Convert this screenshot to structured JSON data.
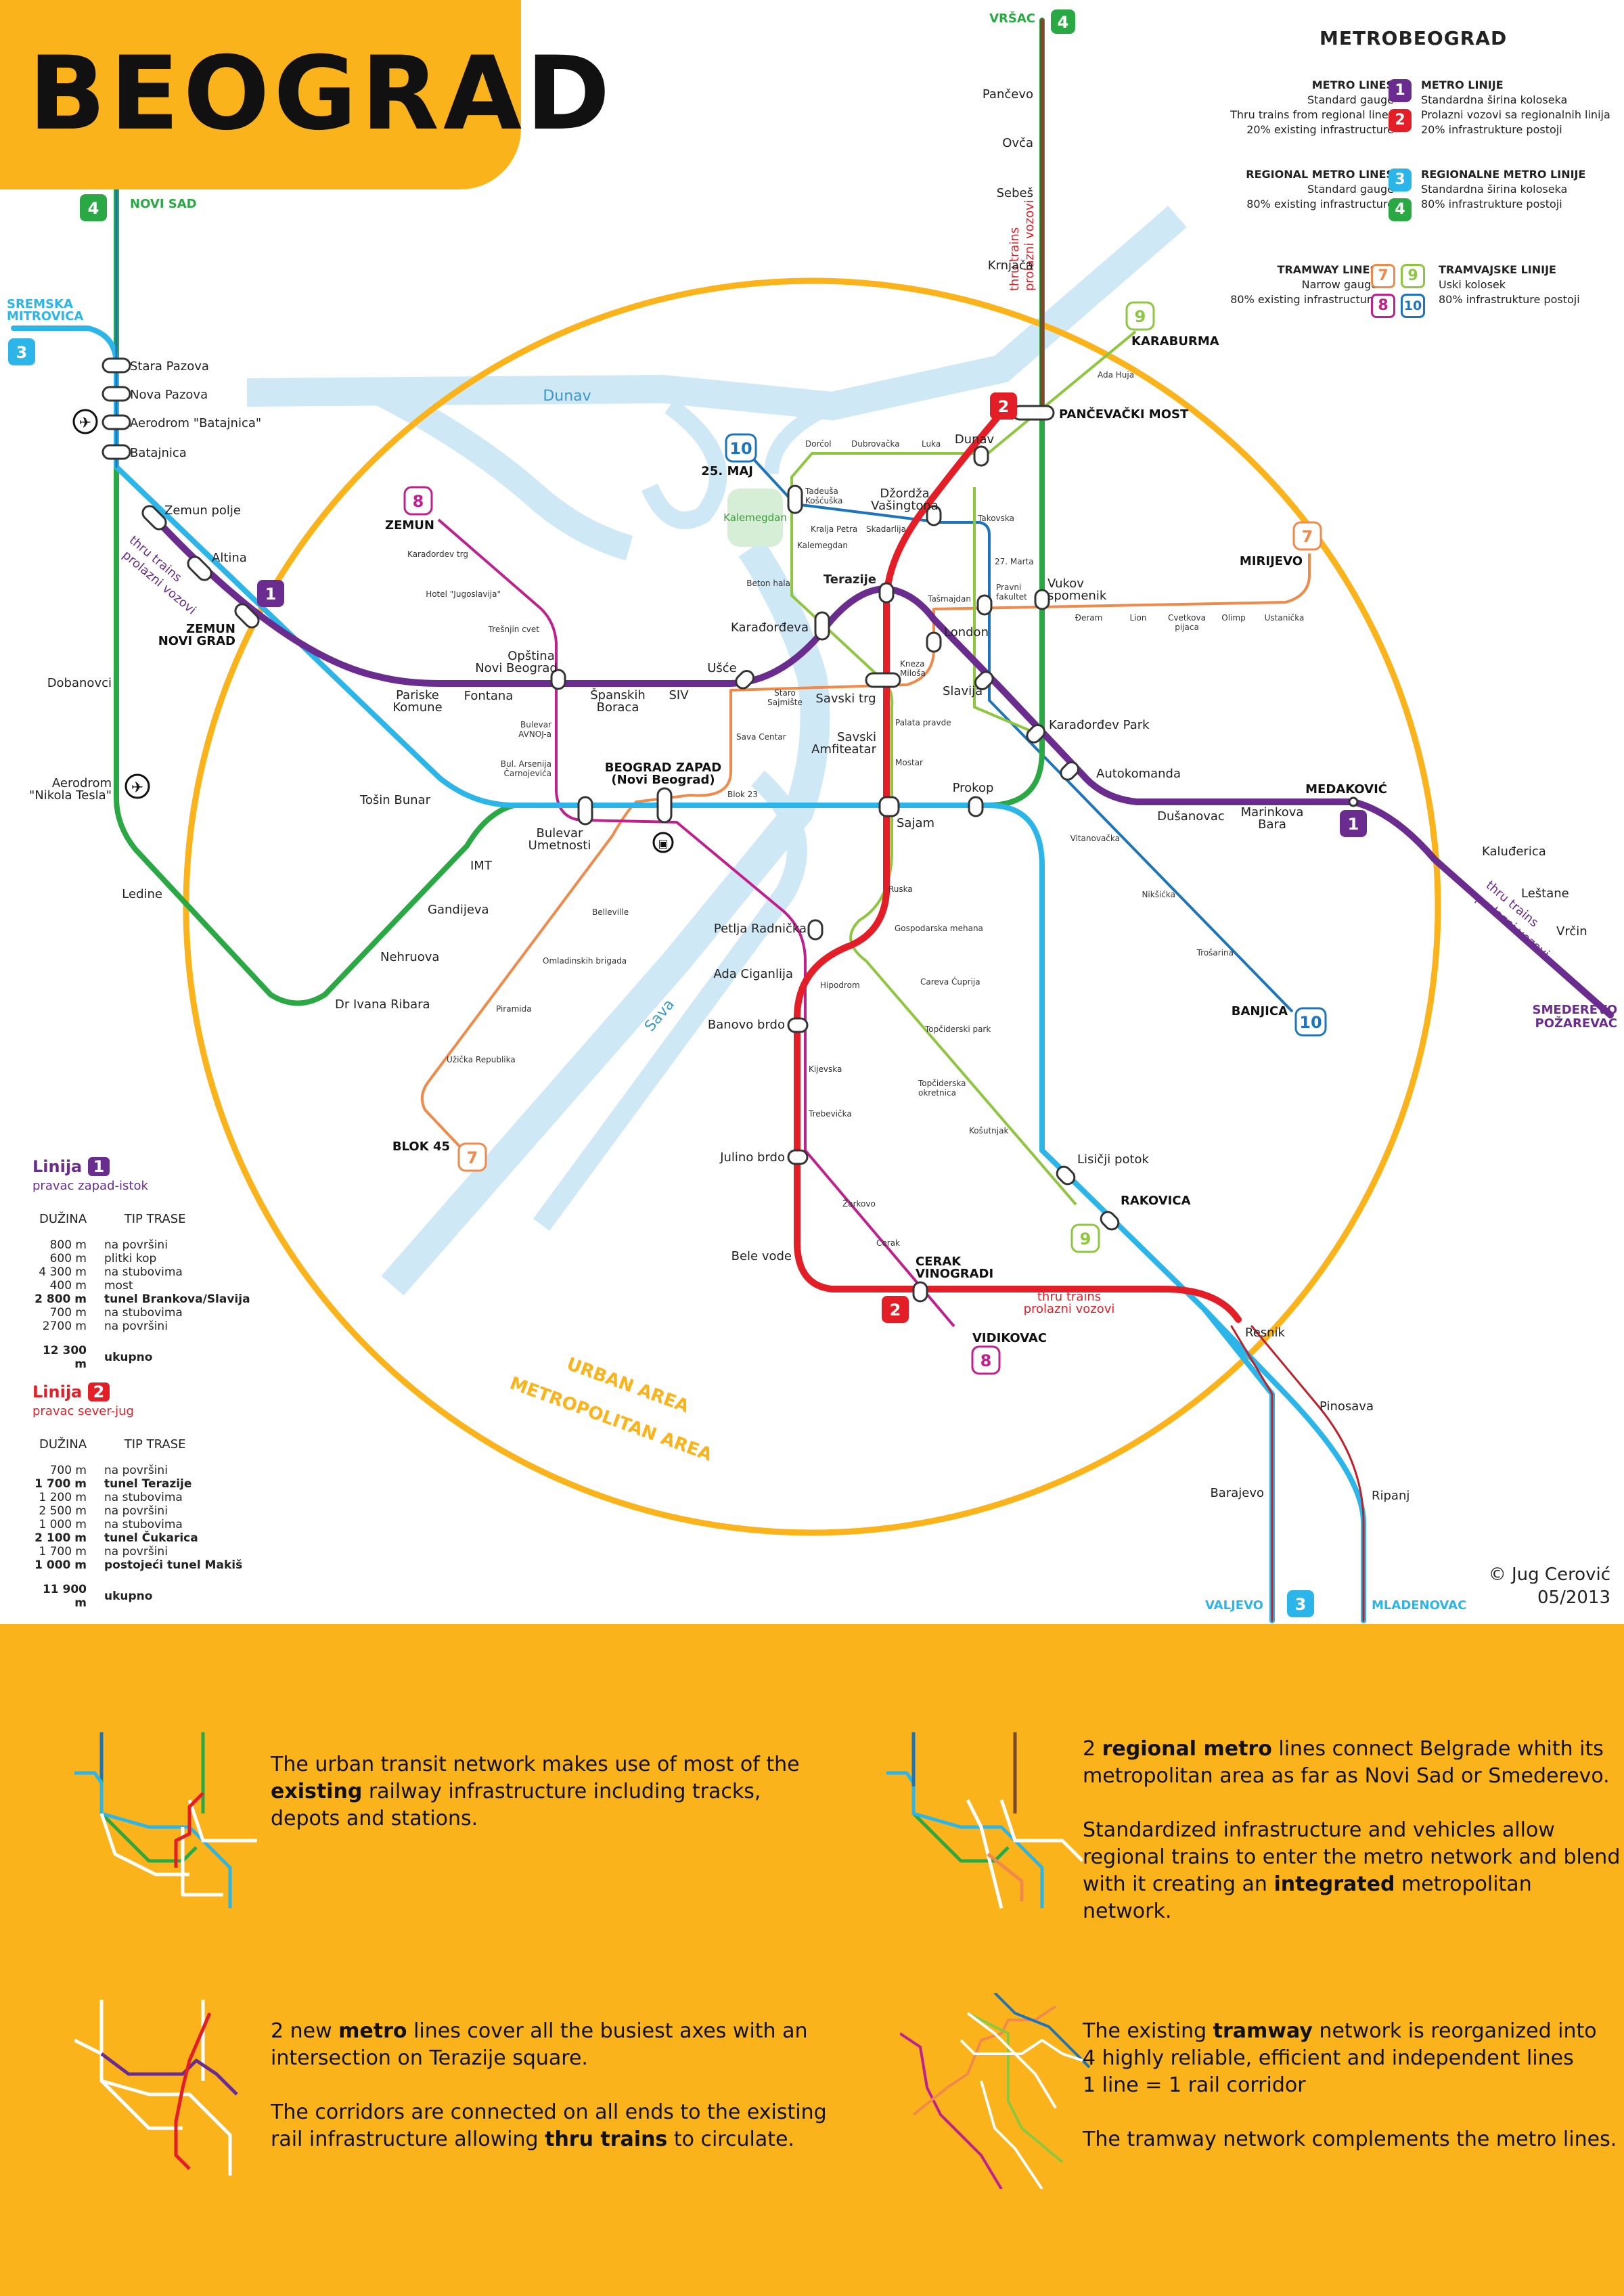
{
  "title": "BEOGRAD",
  "legend": {
    "title": "METROBEOGRAD",
    "metro": {
      "head_en": "METRO LINES",
      "line1_en": "Standard gauge",
      "line2_en": "Thru trains from regional lines",
      "line3_en": "20% existing infrastructure",
      "head_sr": "METRO LINIJE",
      "line1_sr": "Standardna širina koloseka",
      "line2_sr": "Prolazni vozovi sa regionalnih linija",
      "line3_sr": "20% infrastrukture postoji"
    },
    "regional": {
      "head_en": "REGIONAL METRO LINES",
      "line1_en": "Standard gauge",
      "line2_en": "80% existing infrastructure",
      "head_sr": "REGIONALNE METRO LINIJE",
      "line1_sr": "Standardna širina koloseka",
      "line2_sr": "80% infrastrukture postoji"
    },
    "tram": {
      "head_en": "TRAMWAY LINES",
      "line1_en": "Narrow gauge",
      "line2_en": "80% existing infrastructure",
      "head_sr": "TRAMVAJSKE LINIJE",
      "line1_sr": "Uski kolosek",
      "line2_sr": "80% infrastrukture postoji"
    }
  },
  "colors": {
    "banner": "#fbb31b",
    "line1": "#6a2c8e",
    "line2": "#e31e26",
    "line3": "#2bb5e8",
    "line4": "#2aa844",
    "line7": "#f08a4b",
    "line8": "#c0208e",
    "line9": "#8ec63f",
    "line10": "#1c75bc",
    "river": "#cfe8f6",
    "circle": "#fbb31b"
  },
  "map": {
    "rivers": {
      "danube": "Dunav",
      "sava": "Sava",
      "park": "Kalemegdan"
    },
    "area": {
      "urban": "URBAN AREA",
      "metro": "METROPOLITAN AREA"
    },
    "thru": {
      "t1a": "thru trains",
      "t1b": "prolazni vozovi",
      "t2a": "thru trains",
      "t2b": "prolazni vozovi",
      "t3a": "thru trains",
      "t3b": "prolazni vozovi",
      "t4a": "thru trains",
      "t4b": "prolazni vozovi"
    },
    "terminals": {
      "vrsac": "VRŠAC",
      "novisad": "NOVI SAD",
      "sremska1": "SREMSKA",
      "sremska2": "MITROVICA",
      "karaburma": "KARABURMA",
      "pancevacki": "PANČEVAČKI MOST",
      "maj": "25. MAJ",
      "zemun": "ZEMUN",
      "mirijevo": "MIRIJEVO",
      "zemunng1": "ZEMUN",
      "zemunng2": "NOVI GRAD",
      "medakovic": "MEDAKOVIĆ",
      "banjica": "BANJICA",
      "smed1": "SMEDEREVO",
      "smed2": "POŽAREVAC",
      "blok45": "BLOK 45",
      "rakovica": "RAKOVICA",
      "cerak1": "CERAK",
      "cerak2": "VINOGRADI",
      "vidikovac": "VIDIKOVAC",
      "valjevo": "VALJEVO",
      "mladenovac": "MLADENOVAC",
      "bgzapad1": "BEOGRAD ZAPAD",
      "bgzapad2": "(Novi Beograd)"
    },
    "stations": {
      "pancevo": "Pančevo",
      "ovca": "Ovča",
      "sebes": "Sebeš",
      "krnjaca": "Krnjača",
      "starapazova": "Stara Pazova",
      "novapazova": "Nova Pazova",
      "batajnicaair": "Aerodrom \"Batajnica\"",
      "batajnica": "Batajnica",
      "zemunpolje": "Zemun polje",
      "altina": "Altina",
      "dobanovci": "Dobanovci",
      "nikola1": "Aerodrom",
      "nikola2": "\"Nikola Tesla\"",
      "ledine": "Ledine",
      "tosin": "Tošin Bunar",
      "pariske1": "Pariske",
      "pariske2": "Komune",
      "fontana": "Fontana",
      "opstina1": "Opština",
      "opstina2": "Novi Beograd",
      "spanskih1": "Španskih",
      "spanskih2": "Boraca",
      "siv": "SIV",
      "usce": "Ušće",
      "karadjordjeva": "Karađorđeva",
      "terazije": "Terazije",
      "savskitrg": "Savski trg",
      "amfi1": "Savski",
      "amfi2": "Amfiteatar",
      "london": "London",
      "slavija": "Slavija",
      "kpark": "Karađorđev Park",
      "autokomanda": "Autokomanda",
      "dusanovac": "Dušanovac",
      "marinkova1": "Marinkova",
      "marinkova2": "Bara",
      "vukov1": "Vukov",
      "vukov2": "spomenik",
      "dzordza1": "Džordža",
      "dzordza2": "Vašingtona",
      "dunav": "Dunav",
      "prokop": "Prokop",
      "sajam": "Sajam",
      "bulevar1": "Bulevar",
      "bulevar2": "Umetnosti",
      "imt": "IMT",
      "gandijeva": "Gandijeva",
      "nehruova": "Nehruova",
      "ribara": "Dr Ivana Ribara",
      "petlja": "Petlja Radnička",
      "ada": "Ada Ciganlija",
      "banovo": "Banovo brdo",
      "julino": "Julino brdo",
      "belevode": "Bele vode",
      "lisicji": "Lisičji potok",
      "resnik": "Resnik",
      "pinosava": "Pinosava",
      "barajevo": "Barajevo",
      "ripanj": "Ripanj",
      "kaludjerica": "Kaluđerica",
      "lestane": "Leštane",
      "vrcin": "Vrčin"
    },
    "small": {
      "adahuja": "Ada Huja",
      "dorcol": "Dorćol",
      "dubrovacka": "Dubrovačka",
      "luka": "Luka",
      "tadeusa1": "Tadeuša",
      "tadeusa2": "Košćuška",
      "kraljapetra": "Kralja Petra",
      "skadarlija": "Skadarlija",
      "kalemegdan": "Kalemegdan",
      "takovska": "Takovska",
      "marta": "27. Marta",
      "betonhala": "Beton hala",
      "tasmajdan": "Tašmajdan",
      "pravni1": "Pravni",
      "pravni2": "fakultet",
      "djeram": "Đeram",
      "lion": "Lion",
      "cvetkova1": "Cvetkova",
      "cvetkova2": "pijaca",
      "olimp": "Olimp",
      "ustanicka": "Ustanička",
      "karadjordjevtrg": "Karađordev trg",
      "hoteljugo": "Hotel \"Jugoslavija\"",
      "tresnjin": "Trešnjin cvet",
      "avnoj1": "Bulevar",
      "avnoj2": "AVNOJ-a",
      "arsenija1": "Bul. Arsenija",
      "arsenija2": "Čarnojevića",
      "staro1": "Staro",
      "staro2": "Sajmište",
      "savacentar": "Sava Centar",
      "blok23": "Blok 23",
      "kneza1": "Kneza",
      "kneza2": "Miloša",
      "palata": "Palata pravde",
      "mostar": "Mostar",
      "vitanovacka": "Vitanovačka",
      "niksicka": "Nikšićka",
      "trosarina": "Trošarina",
      "ruska": "Ruska",
      "gospodarska": "Gospodarska mehana",
      "careva": "Careva Ćuprija",
      "topciderski": "Topčiderski park",
      "topciderska1": "Topčiderska",
      "topciderska2": "okretnica",
      "kosutnjak": "Košutnjak",
      "hipodrom": "Hipodrom",
      "kijevska": "Kijevska",
      "trebevicka": "Trebevička",
      "zarkovo": "Žarkovo",
      "cerak": "Cerak",
      "belleville": "Belleville",
      "omladinskih": "Omladinskih brigada",
      "piramida": "Piramida",
      "uzicka": "Užička Republika"
    }
  },
  "badges": {
    "b1": "1",
    "b2": "2",
    "b3": "3",
    "b4": "4",
    "b7": "7",
    "b8": "8",
    "b9": "9",
    "b10": "10"
  },
  "stats": {
    "l1": {
      "head": "Linija",
      "num": "1",
      "sub": "pravac zapad-istok",
      "c1": "DUŽINA",
      "c2": "TIP TRASE",
      "rows": [
        {
          "n": "800 m",
          "t": "na površini"
        },
        {
          "n": "600 m",
          "t": "plitki kop"
        },
        {
          "n": "4 300 m",
          "t": "na stubovima"
        },
        {
          "n": "400 m",
          "t": "most"
        },
        {
          "n": "2 800 m",
          "t": "tunel Brankova/Slavija"
        },
        {
          "n": "700 m",
          "t": "na stubovima"
        },
        {
          "n": "2700 m",
          "t": "na površini"
        }
      ],
      "total_n": "12 300 m",
      "total_t": "ukupno"
    },
    "l2": {
      "head": "Linija",
      "num": "2",
      "sub": "pravac sever-jug",
      "c1": "DUŽINA",
      "c2": "TIP TRASE",
      "rows": [
        {
          "n": "700 m",
          "t": "na površini"
        },
        {
          "n": "1 700 m",
          "t": "tunel Terazije"
        },
        {
          "n": "1 200 m",
          "t": "na stubovima"
        },
        {
          "n": "2 500 m",
          "t": "na površini"
        },
        {
          "n": "1 000 m",
          "t": "na stubovima"
        },
        {
          "n": "2 100 m",
          "t": "tunel Čukarica"
        },
        {
          "n": "1 700 m",
          "t": "na površini"
        },
        {
          "n": "1 000 m",
          "t": "postojeći tunel Makiš"
        }
      ],
      "total_n": "11 900 m",
      "total_t": "ukupno"
    }
  },
  "credit": {
    "author": "© Jug Cerović",
    "date": "05/2013"
  },
  "info": {
    "b1": {
      "t1": "The urban transit network makes use of most of the",
      "t2a": "",
      "t2b": "existing",
      "t2c": " railway infrastructure including tracks,",
      "t3": "depots and stations."
    },
    "b2": {
      "t1a": "2 ",
      "t1b": "regional metro",
      "t1c": " lines connect Belgrade whith its",
      "t2": "metropolitan area as far as Novi Sad or Smederevo.",
      "t3": "Standardized infrastructure and vehicles allow",
      "t4": "regional trains to enter the metro network and blend",
      "t5a": "with it creating an ",
      "t5b": "integrated",
      "t5c": " metropolitan network."
    },
    "b3": {
      "t1a": "2 new ",
      "t1b": "metro",
      "t1c": " lines cover all the busiest axes with an",
      "t2": "intersection on Terazije square.",
      "t3": "The corridors are connected on all ends to the existing",
      "t4a": "rail infrastructure allowing ",
      "t4b": "thru trains",
      "t4c": " to circulate."
    },
    "b4": {
      "t1a": "The existing ",
      "t1b": "tramway",
      "t1c": " network is reorganized into",
      "t2": "4 highly reliable, efficient and independent lines",
      "t3": "1 line = 1 rail corridor",
      "t4": "The tramway network complements the metro lines."
    }
  }
}
